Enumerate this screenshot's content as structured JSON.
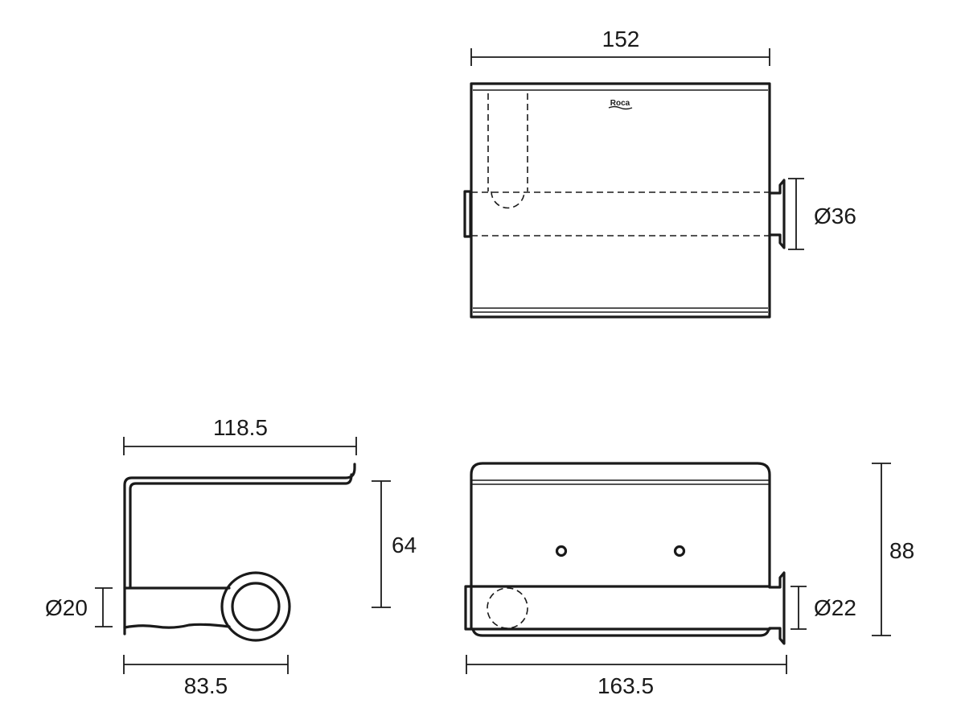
{
  "logo_text": "Roca",
  "dimensions": {
    "top_width": "152",
    "top_diameter": "Ø36",
    "side_top_width": "118.5",
    "side_height": "64",
    "side_diameter": "Ø20",
    "side_bottom_width": "83.5",
    "front_height": "88",
    "front_diameter": "Ø22",
    "front_width": "163.5"
  }
}
